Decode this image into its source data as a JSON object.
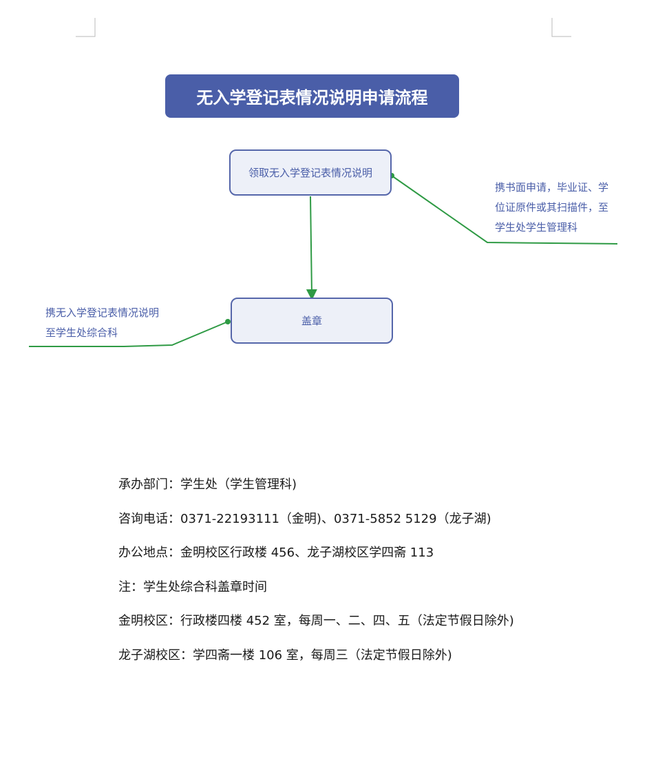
{
  "title": "无入学登记表情况说明申请流程",
  "nodes": {
    "step1": "领取无入学登记表情况说明",
    "step2": "盖章"
  },
  "annotations": {
    "right": [
      "携书面申请，毕业证、学",
      "位证原件或其扫描件，至",
      "学生处学生管理科"
    ],
    "left": [
      "携无入学登记表情况说明",
      "至学生处综合科"
    ]
  },
  "info": [
    "承办部门：学生处（学生管理科)",
    "咨询电话：0371-22193111（金明)、0371-5852 5129（龙子湖)",
    "办公地点：金明校区行政楼 456、龙子湖校区学四斋 113",
    "注：学生处综合科盖章时间",
    "金明校区：行政楼四楼 452 室，每周一、二、四、五（法定节假日除外)",
    "龙子湖校区：学四斋一楼 106 室，每周三（法定节假日除外)"
  ],
  "colors": {
    "title_bg": "#4a5ea8",
    "node_bg": "#edf0f8",
    "node_border": "#5566aa",
    "connector": "#2e9a44",
    "text_accent": "#4a5ea8"
  }
}
